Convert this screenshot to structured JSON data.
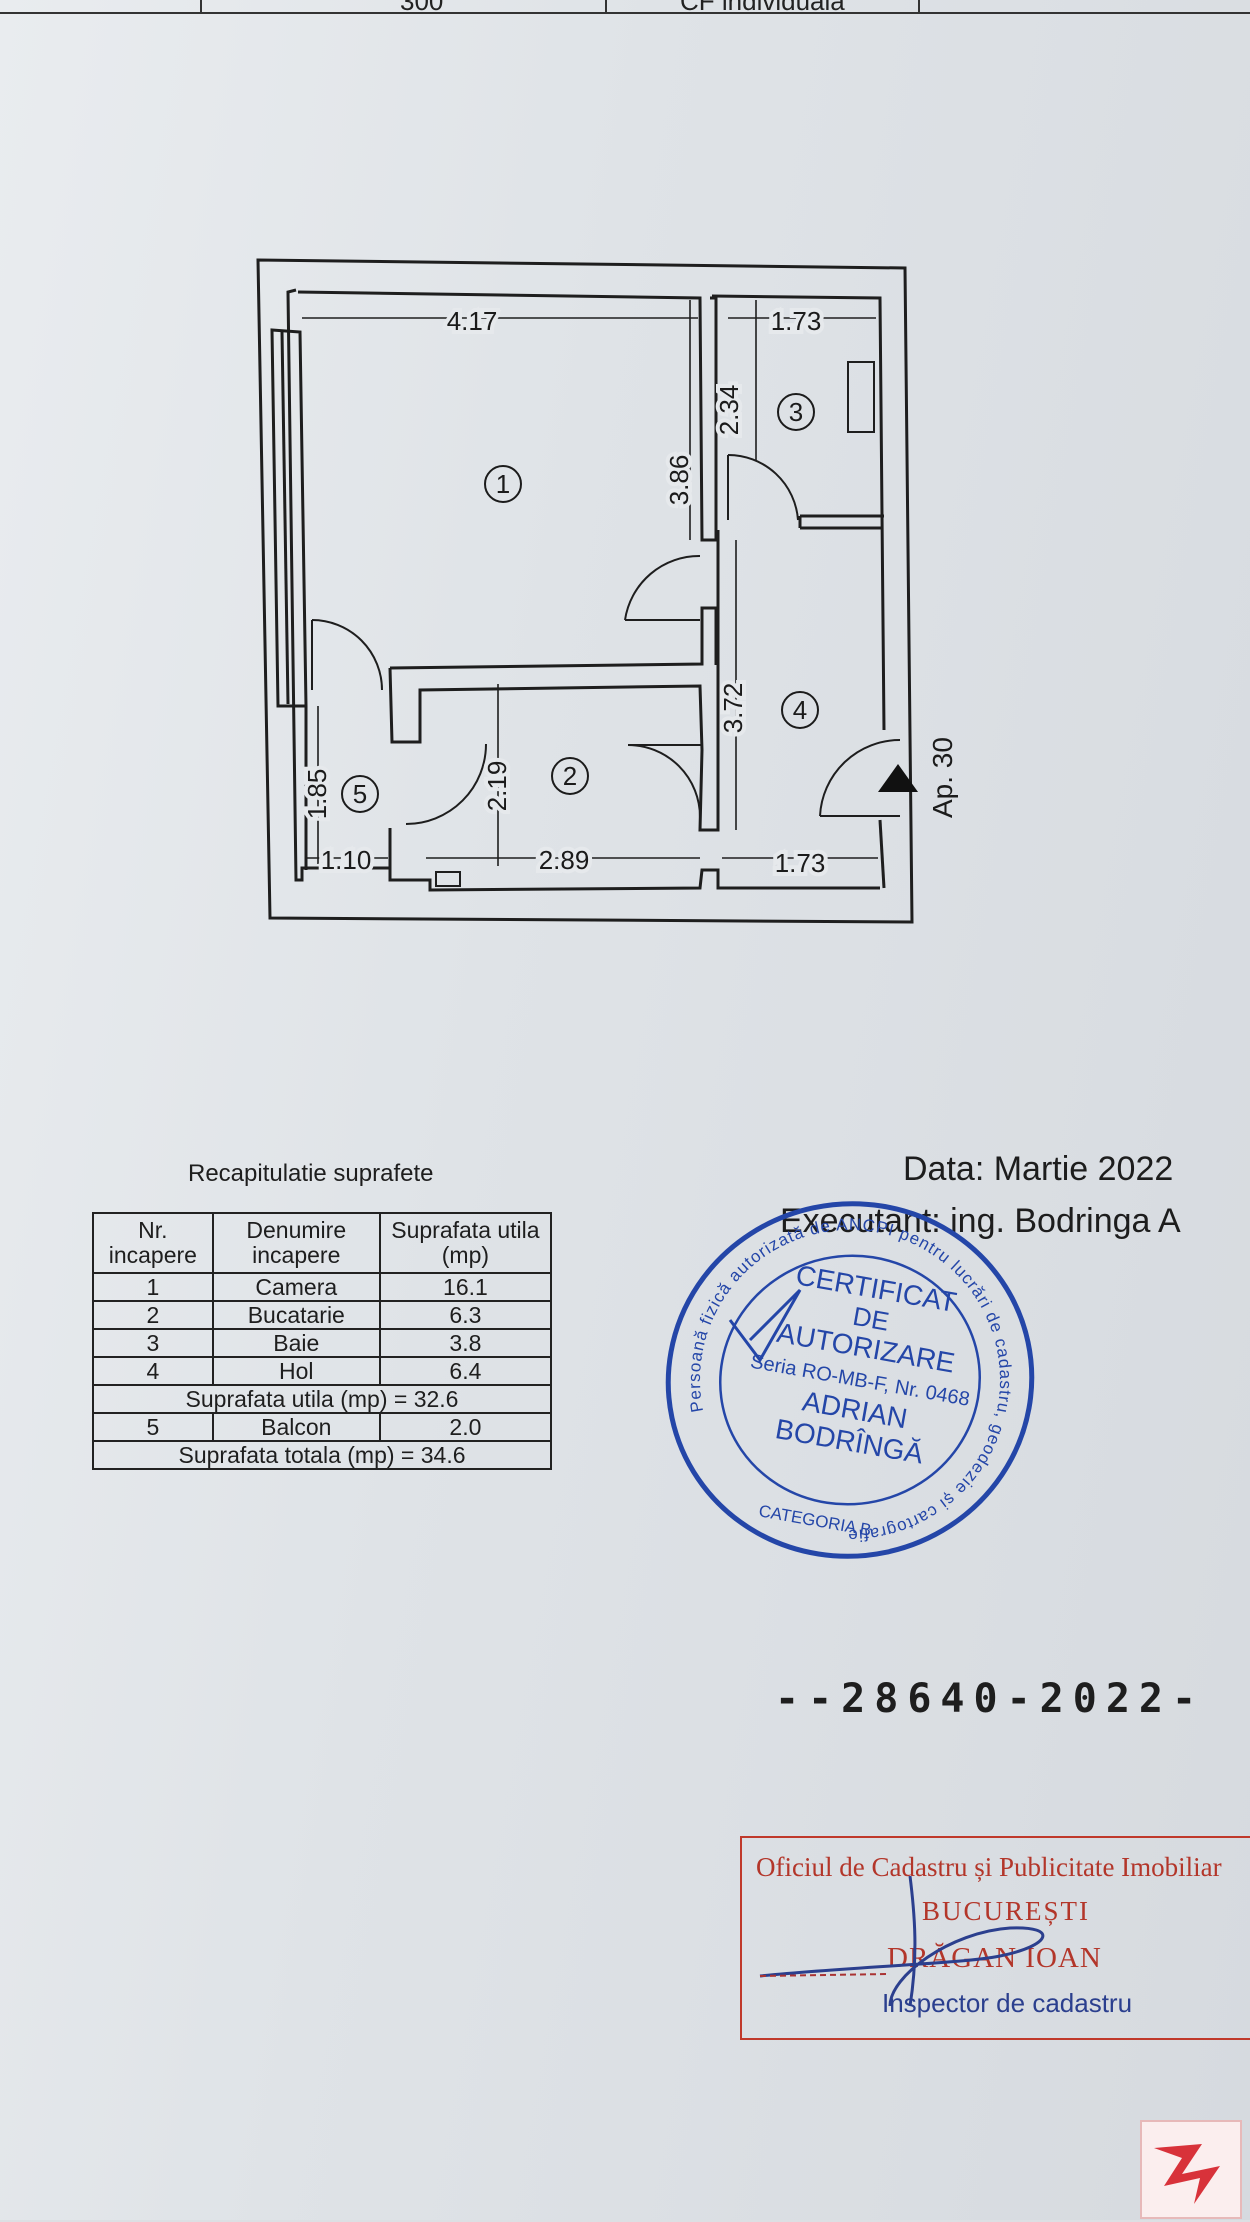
{
  "header_cropped": {
    "left_value": "300",
    "right_value": "CF individuala"
  },
  "plan": {
    "apartment": "Ap. 30",
    "rooms": [
      {
        "no": "1"
      },
      {
        "no": "2"
      },
      {
        "no": "3"
      },
      {
        "no": "4"
      },
      {
        "no": "5"
      }
    ],
    "dimensions": {
      "room1_width": "4.17",
      "room1_depth": "3.86",
      "room3_width": "1.73",
      "room3_depth": "2.34",
      "room4_depth": "3.72",
      "room4_width": "1.73",
      "room2_width": "2.89",
      "room2_depth": "2.19",
      "room5_width": "1.10",
      "room5_depth": "1.85"
    }
  },
  "recap": {
    "title": "Recapitulatie suprafete",
    "headers": {
      "nr": "Nr. incapere",
      "name": "Denumire incapere",
      "area": "Suprafata utila (mp)"
    },
    "rows": [
      {
        "no": "1",
        "name": "Camera",
        "area": "16.1"
      },
      {
        "no": "2",
        "name": "Bucatarie",
        "area": "6.3"
      },
      {
        "no": "3",
        "name": "Baie",
        "area": "3.8"
      },
      {
        "no": "4",
        "name": "Hol",
        "area": "6.4"
      }
    ],
    "useful_total": "Suprafata utila (mp) = 32.6",
    "balcony": {
      "no": "5",
      "name": "Balcon",
      "area": "2.0"
    },
    "grand_total": "Suprafata totala (mp) = 34.6"
  },
  "date": "Data: Martie 2022",
  "executant": "Executant: ing. Bodringa A",
  "stamp": {
    "ring_text": "Persoană fizică autorizată de ANCPI pentru lucrări de cadastru, geodezie și cartografie",
    "line1": "CERTIFICAT",
    "line2": "DE",
    "line3": "AUTORIZARE",
    "line4": "Seria RO-MB-F, Nr. 0468",
    "line5": "ADRIAN",
    "line6": "BODRÎNGĂ",
    "category": "CATEGORIA B"
  },
  "registration_number": "--28640-2022-",
  "ocpi": {
    "line1": "Oficiul de Cadastru și Publicitate Imobiliar",
    "line2": "BUCUREȘTI",
    "line3": "DRĂGAN IOAN",
    "line4": "Inspector de cadastru"
  },
  "colors": {
    "ink": "#1b1b1b",
    "stamp_blue": "#2446a8",
    "stamp_red": "#b3362a"
  }
}
